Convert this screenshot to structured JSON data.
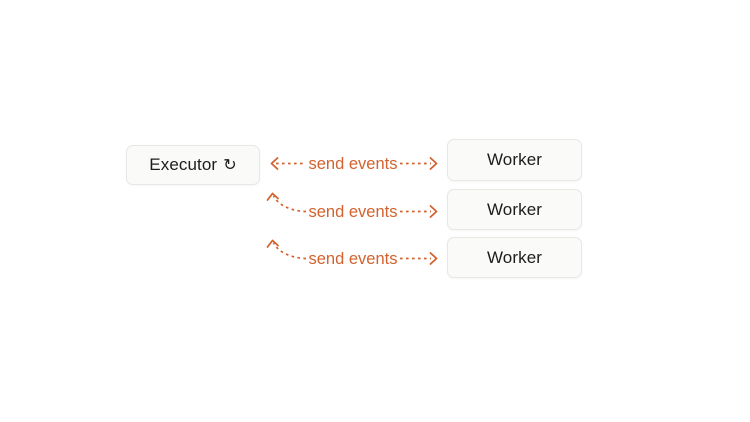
{
  "colors": {
    "background": "#ffffff",
    "accent_orange": "#d3622e",
    "box_background": "#fafaf9",
    "box_border": "#e8e7e4",
    "text_dark": "#1d1d1d"
  },
  "executor": {
    "label": "Executor",
    "icon": "↻",
    "icon_name": "clockwise-refresh-icon"
  },
  "workers": [
    {
      "label": "Worker"
    },
    {
      "label": "Worker"
    },
    {
      "label": "Worker"
    }
  ],
  "edges": [
    {
      "label": "send events",
      "style": "straight-double-headed-dotted"
    },
    {
      "label": "send events",
      "style": "curved-up-left-and-dotted-right"
    },
    {
      "label": "send events",
      "style": "curved-up-left-and-dotted-right"
    }
  ]
}
